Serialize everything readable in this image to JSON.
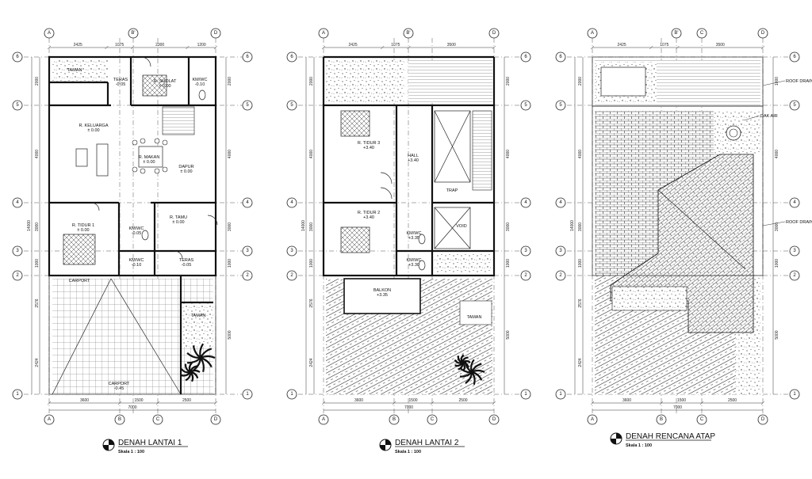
{
  "plans": [
    {
      "id": "lantai1",
      "title": "DENAH  LANTAI 1",
      "scale": "Skala   1 : 100",
      "grid_top": [
        "A",
        "B'",
        "D"
      ],
      "grid_bottom": [
        "A",
        "B",
        "C",
        "D"
      ],
      "grid_side": [
        "6",
        "5",
        "4",
        "3",
        "2",
        "1"
      ],
      "dims_top": [
        "2425",
        "1075",
        "2300",
        "1200"
      ],
      "dims_bottom": [
        "3600",
        "1500",
        "2500"
      ],
      "total_bottom": "7000",
      "dims_side_left": [
        "2000",
        "4000",
        "3000",
        "1000",
        "2576",
        "2424"
      ],
      "total_side": "14000",
      "dims_side_right": [
        "2000",
        "4000",
        "3000",
        "1000",
        "5000"
      ],
      "rooms": [
        {
          "name": "TAMAN",
          "level": ""
        },
        {
          "name": "TERAS",
          "level": "-0.05"
        },
        {
          "name": "R. SHOLAT",
          "level": "± 0.00"
        },
        {
          "name": "KM/WC",
          "level": "-0.10"
        },
        {
          "name": "R. KELUARGA",
          "level": "± 0.00"
        },
        {
          "name": "R. MAKAN",
          "level": "± 0.00"
        },
        {
          "name": "DAPUR",
          "level": "± 0.00"
        },
        {
          "name": "R. TIDUR 1",
          "level": "± 0.00"
        },
        {
          "name": "KM/WC",
          "level": "-0.05"
        },
        {
          "name": "R. TAMU",
          "level": "± 0.00"
        },
        {
          "name": "KM/WC",
          "level": "-0.10"
        },
        {
          "name": "TERAS",
          "level": "-0.05"
        },
        {
          "name": "CARPORT",
          "level": ""
        },
        {
          "name": "TAMAN",
          "level": ""
        },
        {
          "name": "CARPORT",
          "level": "-0.45"
        }
      ]
    },
    {
      "id": "lantai2",
      "title": "DENAH  LANTAI 2",
      "scale": "Skala   1 : 100",
      "grid_top": [
        "A",
        "B'",
        "D"
      ],
      "grid_bottom": [
        "A",
        "B",
        "C",
        "D"
      ],
      "grid_side": [
        "6",
        "5",
        "4",
        "3",
        "2",
        "1"
      ],
      "dims_top": [
        "2425",
        "1075",
        "3500"
      ],
      "dims_bottom": [
        "3600",
        "1500",
        "2500"
      ],
      "total_bottom": "7000",
      "dims_side_left": [
        "2000",
        "4000",
        "3000",
        "1000",
        "2576",
        "2424"
      ],
      "total_side": "14000",
      "dims_side_right": [
        "2000",
        "4000",
        "3000",
        "1000",
        "5000"
      ],
      "rooms": [
        {
          "name": "R. TIDUR 3",
          "level": "+3.40"
        },
        {
          "name": "HALL",
          "level": "+3.40"
        },
        {
          "name": "R. TIDUR 2",
          "level": "+3.40"
        },
        {
          "name": "KM/WC",
          "level": "+3.35"
        },
        {
          "name": "KM/WC",
          "level": "+3.30"
        },
        {
          "name": "VOID",
          "level": ""
        },
        {
          "name": "BALKON",
          "level": "+3.35"
        },
        {
          "name": "TAMAN",
          "level": ""
        },
        {
          "name": "TRAP",
          "level": ""
        }
      ]
    },
    {
      "id": "atap",
      "title": "DENAH RENCANA ATAP",
      "scale": "Skala   1 : 100",
      "grid_top": [
        "A",
        "B'",
        "C",
        "D"
      ],
      "grid_bottom": [
        "A",
        "B",
        "C",
        "D"
      ],
      "grid_side": [
        "6",
        "5",
        "4",
        "3",
        "2",
        "1"
      ],
      "dims_top": [
        "2425",
        "1075",
        "3500"
      ],
      "dims_bottom": [
        "3600",
        "1500",
        "2500"
      ],
      "total_bottom": "7000",
      "dims_side_left": [
        "2000",
        "4000",
        "3000",
        "1000",
        "2576",
        "2424"
      ],
      "total_side": "14000",
      "dims_side_right": [
        "1000",
        "4000",
        "3000",
        "1000",
        "5000"
      ],
      "annotations": [
        "ROOF DRAIN",
        "ROOF DRAIN",
        "DAK AIR"
      ]
    }
  ]
}
